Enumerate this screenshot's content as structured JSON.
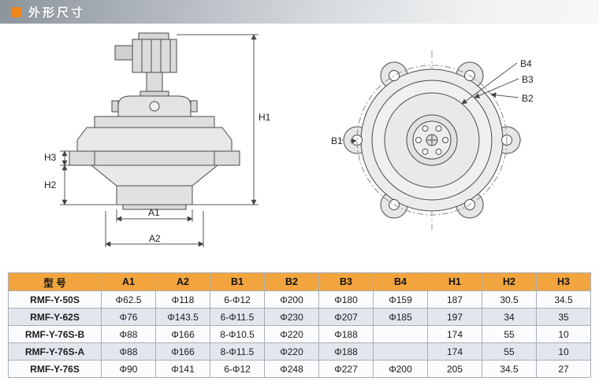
{
  "banner": {
    "title": "外形尺寸",
    "accent_color": "#f08519"
  },
  "drawings": {
    "side_view": {
      "labels": {
        "h1": "H1",
        "h2": "H2",
        "h3": "H3",
        "a1": "A1",
        "a2": "A2"
      }
    },
    "front_view": {
      "labels": {
        "b1": "B1",
        "b2": "B2",
        "b3": "B3",
        "b4": "B4"
      }
    }
  },
  "table": {
    "header_bg": "#f2a53e",
    "headers": [
      "型  号",
      "A1",
      "A2",
      "B1",
      "B2",
      "B3",
      "B4",
      "H1",
      "H2",
      "H3"
    ],
    "rows": [
      [
        "RMF-Y-50S",
        "Φ62.5",
        "Φ118",
        "6-Φ12",
        "Φ200",
        "Φ180",
        "Φ159",
        "187",
        "30.5",
        "34.5"
      ],
      [
        "RMF-Y-62S",
        "Φ76",
        "Φ143.5",
        "6-Φ11.5",
        "Φ230",
        "Φ207",
        "Φ185",
        "197",
        "34",
        "35"
      ],
      [
        "RMF-Y-76S-B",
        "Φ88",
        "Φ166",
        "8-Φ10.5",
        "Φ220",
        "Φ188",
        "",
        "174",
        "55",
        "10"
      ],
      [
        "RMF-Y-76S-A",
        "Φ88",
        "Φ166",
        "8-Φ11.5",
        "Φ220",
        "Φ188",
        "",
        "174",
        "55",
        "10"
      ],
      [
        "RMF-Y-76S",
        "Φ90",
        "Φ141",
        "6-Φ12",
        "Φ248",
        "Φ227",
        "Φ200",
        "205",
        "34.5",
        "27"
      ]
    ]
  }
}
